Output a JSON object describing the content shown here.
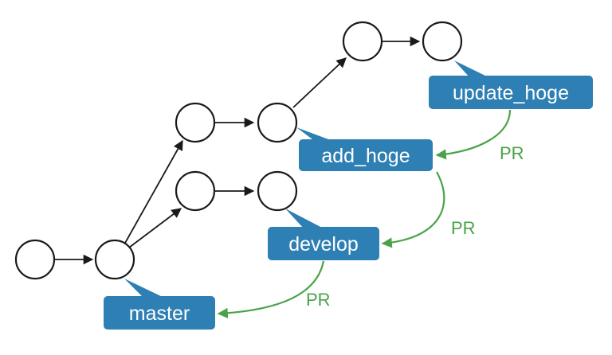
{
  "colors": {
    "label_fill": "#2e7fb3",
    "pr_color": "#4aa24a",
    "node_stroke": "#1a1a1a"
  },
  "branches": {
    "master": "master",
    "develop": "develop",
    "add_hoge": "add_hoge",
    "update_hoge": "update_hoge"
  },
  "pull_requests": {
    "update_to_add": "PR",
    "add_to_develop": "PR",
    "develop_to_master": "PR"
  }
}
